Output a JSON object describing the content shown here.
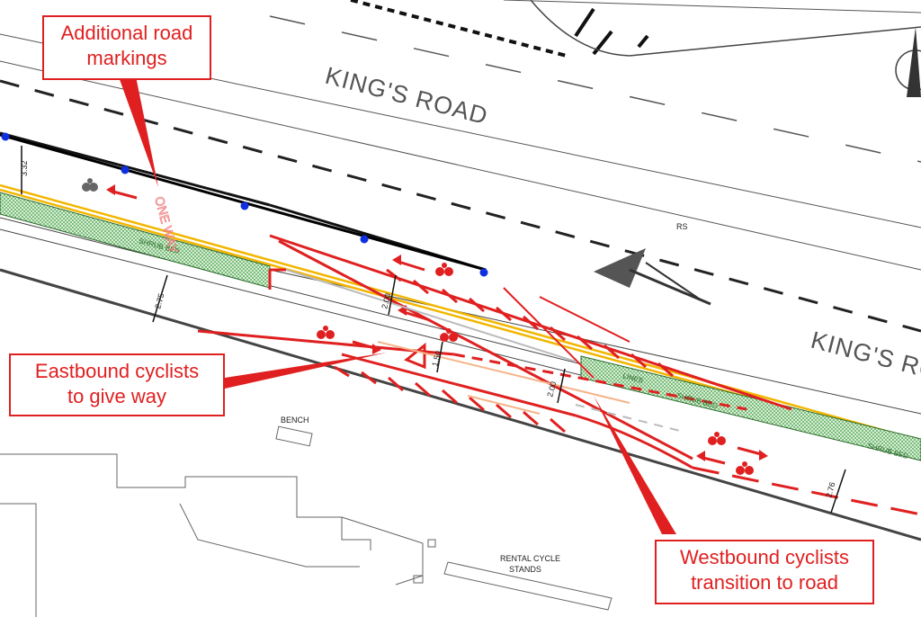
{
  "road_labels": {
    "top": "KING'S ROAD",
    "right": "KING'S RO"
  },
  "callouts": {
    "additional": [
      "Additional road",
      "markings"
    ],
    "eastbound": [
      "Eastbound cyclists",
      "to give way"
    ],
    "westbound": [
      "Westbound cyclists",
      "transition to road"
    ]
  },
  "labels": {
    "bench": "BENCH",
    "rental": [
      "RENTAL CYCLE",
      "STANDS"
    ],
    "rs": "RS",
    "shrub_left": "SHRUB BED",
    "shrub_right": "SHRUB BED",
    "shrub_right2": "SHRUB BED",
    "one_way": "ONE WAY",
    "lines_label": "LINES"
  },
  "dimensions": {
    "d1": "3.32",
    "d2": "2.75",
    "d3": "2.00",
    "d4": "1.50",
    "d5": "2.00",
    "d6": "2.76"
  },
  "colors": {
    "accent": "#e02020",
    "road_line": "#222222",
    "yellow_line": "#f2b600",
    "shrub_green": "#3a9a3a",
    "bollard_blue": "#1030e0"
  }
}
